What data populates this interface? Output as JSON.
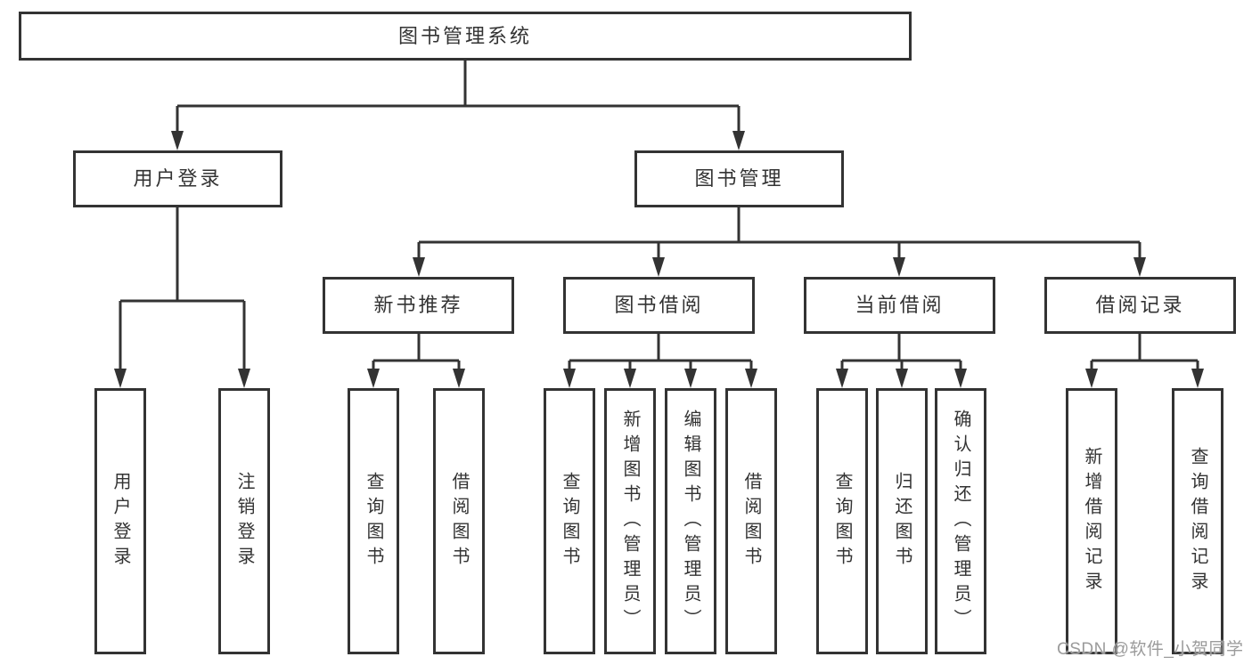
{
  "diagram": {
    "type": "hierarchy-flowchart",
    "background_color": "#ffffff",
    "line_color": "#333333",
    "text_color": "#333333"
  },
  "root": {
    "label": "图书管理系统"
  },
  "level2": [
    {
      "label": "用户登录"
    },
    {
      "label": "图书管理"
    }
  ],
  "level3": [
    {
      "label": "新书推荐"
    },
    {
      "label": "图书借阅"
    },
    {
      "label": "当前借阅"
    },
    {
      "label": "借阅记录"
    }
  ],
  "leaves": [
    {
      "label": "用户登录"
    },
    {
      "label": "注销登录"
    },
    {
      "label": "查询图书"
    },
    {
      "label": "借阅图书"
    },
    {
      "label": "查询图书"
    },
    {
      "label": "新增图书（管理员）"
    },
    {
      "label": "编辑图书（管理员）"
    },
    {
      "label": "借阅图书"
    },
    {
      "label": "查询图书"
    },
    {
      "label": "归还图书"
    },
    {
      "label": "确认归还（管理员）"
    },
    {
      "label": "新增借阅记录"
    },
    {
      "label": "查询借阅记录"
    }
  ],
  "watermark": {
    "text": "CSDN @软件_小贺同学",
    "color": "#9b9b9b"
  }
}
